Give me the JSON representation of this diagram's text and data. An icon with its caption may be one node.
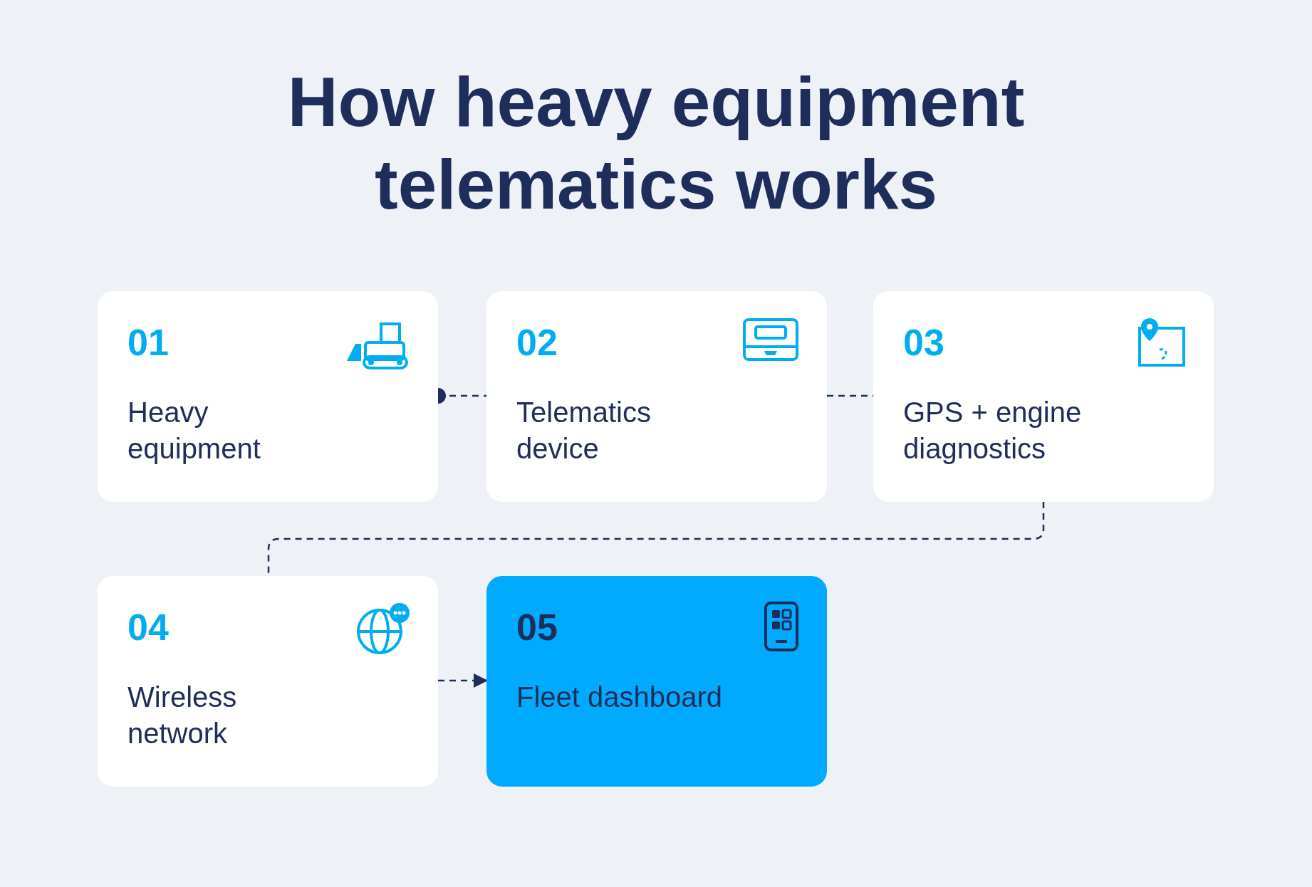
{
  "diagram": {
    "title": "How heavy equipment telematics works",
    "nodes": [
      {
        "text": [
          "01",
          "Heavy equipment"
        ]
      },
      {
        "text": [
          "02",
          "Telematics device"
        ]
      },
      {
        "text": [
          "03",
          "GPS + engine diagnostics"
        ]
      },
      {
        "text": [
          "04",
          "Wireless network"
        ]
      },
      {
        "text": [
          "05",
          "Fleet dashboard"
        ]
      }
    ],
    "edges": [
      {
        "from": 0,
        "to": 1,
        "arrow": "other",
        "style": "dashed"
      },
      {
        "from": 1,
        "to": 2,
        "arrow": "none",
        "style": "dashed"
      },
      {
        "from": 2,
        "to": 3,
        "arrow": "none",
        "style": "dashed"
      },
      {
        "from": 3,
        "to": 4,
        "arrow": "to",
        "style": "dashed"
      }
    ]
  }
}
